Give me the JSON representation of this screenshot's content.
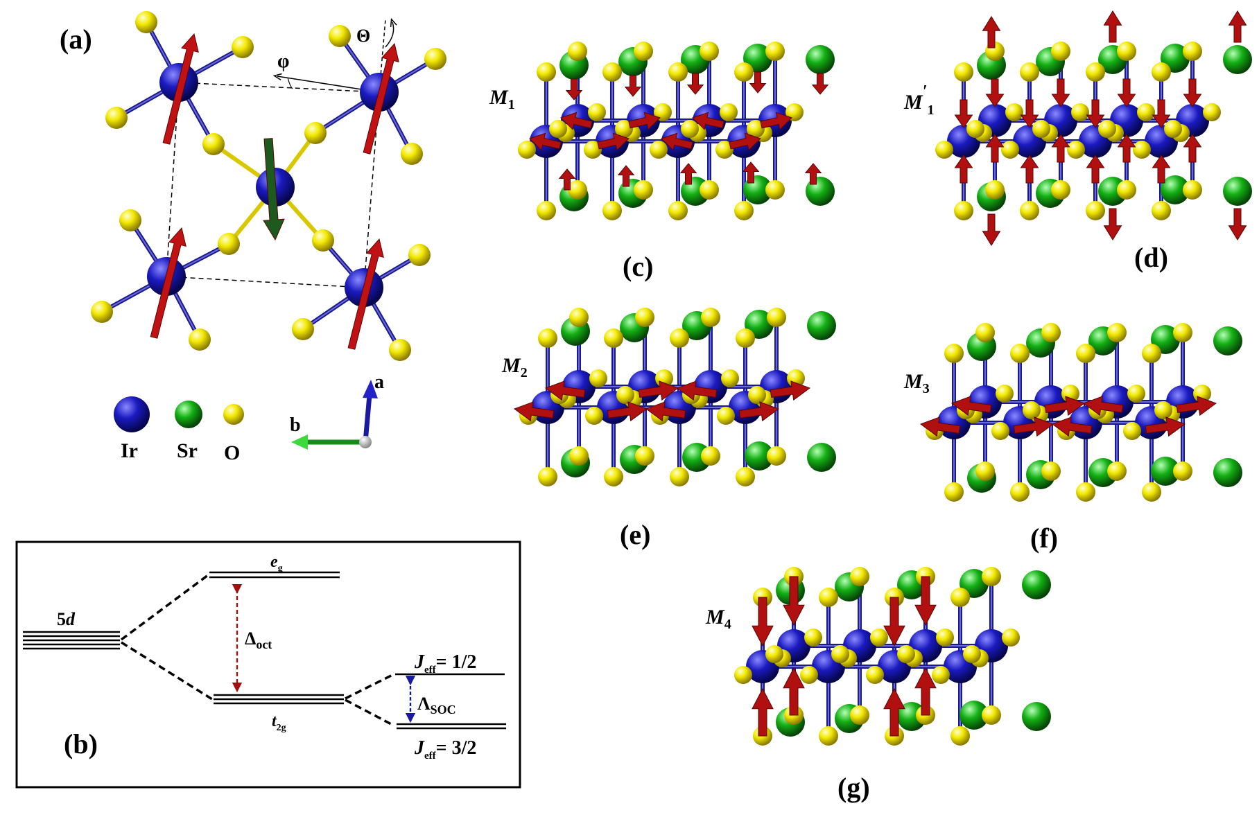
{
  "panel_labels": {
    "a": "(a)",
    "b": "(b)",
    "c": "(c)",
    "d": "(d)",
    "e": "(e)",
    "f": "(f)",
    "g": "(g)"
  },
  "angles": {
    "theta": "Θ",
    "phi": "φ"
  },
  "legend": {
    "ir": "Ir",
    "sr": "Sr",
    "o": "O"
  },
  "axes": {
    "a": "a",
    "b": "b"
  },
  "modes": {
    "m1": {
      "base": "M",
      "sub": "1"
    },
    "m1p": {
      "base": "M",
      "sup": "′",
      "sub": "1"
    },
    "m2": {
      "base": "M",
      "sub": "2"
    },
    "m3": {
      "base": "M",
      "sub": "3"
    },
    "m4": {
      "base": "M",
      "sub": "4"
    }
  },
  "levels": {
    "five_d": {
      "num": "5",
      "var": "d"
    },
    "eg": {
      "var": "e",
      "sub": "g"
    },
    "t2g": {
      "var": "t",
      "sub": "2g"
    },
    "delta_oct": {
      "sym": "Δ",
      "sub": "oct"
    },
    "lambda_soc": {
      "sym": "Λ",
      "sub": "SOC"
    },
    "jeff_half": {
      "var": "J",
      "sub": "eff",
      "rest": "= 1/2"
    },
    "jeff_three_half": {
      "var": "J",
      "sub": "eff",
      "rest": "= 3/2"
    }
  },
  "colors": {
    "ir": "#1a1aa8",
    "sr": "#10a020",
    "o": "#e8e000",
    "arrow_red": "#b01010",
    "arrow_green": "#1d5a1d",
    "delta_oct": "#a01010",
    "lambda_soc": "#1a1aa0"
  }
}
